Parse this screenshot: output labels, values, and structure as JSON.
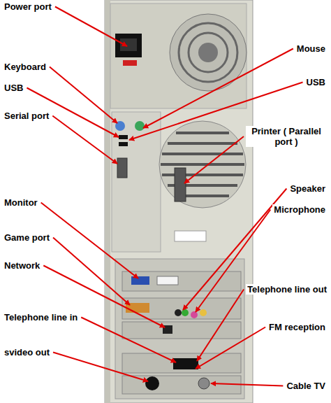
{
  "diagram": {
    "labels": [
      "Power port",
      "Keyboard",
      "USB",
      "Serial port",
      "Monitor",
      "Game port",
      "Network",
      "Telephone line in",
      "svideo out",
      "Mouse",
      "USB",
      "Printer ( Parallel port )",
      "Speaker",
      "Microphone",
      "Telephone line out",
      "FM reception",
      "Cable TV"
    ]
  }
}
